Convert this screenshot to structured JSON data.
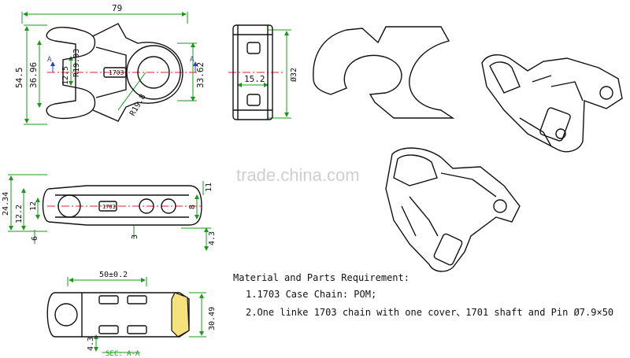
{
  "watermark": "trade.china.com",
  "dimensions": {
    "top_view": {
      "overall_length": "79",
      "height_outer": "54.5",
      "height_inner": "36.96",
      "shaft": "12.5",
      "radius_a": "R19.93",
      "radius_b": "R19.8",
      "right_height": "33.62",
      "section_mark": "A",
      "part_label": "1703"
    },
    "front_view": {
      "width": "15.2",
      "diameter": "Ø32"
    },
    "side_view": {
      "h1": "24.34",
      "h2": "12.2",
      "h3": "12",
      "h4": "6",
      "h5": "3",
      "h6": "8",
      "h7": "4.3",
      "h8": "11",
      "part_label": "1703"
    },
    "section_view": {
      "length": "50±0.2",
      "height": "30.49",
      "offset": "4.3",
      "section_label": "SEC: A-A"
    }
  },
  "notes": {
    "heading": "Material and Parts Requirement:",
    "item1": "1.1703 Case Chain: POM;",
    "item2": "2.One linke 1703 chain with one cover、1701 shaft and Pin Ø7.9×50"
  }
}
